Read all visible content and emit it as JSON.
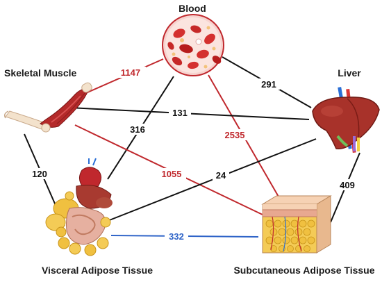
{
  "nodes": {
    "blood": {
      "label": "Blood",
      "icon": "blood-cells-icon"
    },
    "skeletal_muscle": {
      "label": "Skeletal Muscle",
      "icon": "arm-muscle-icon"
    },
    "liver": {
      "label": "Liver",
      "icon": "liver-icon"
    },
    "visceral": {
      "label": "Visceral Adipose Tissue",
      "icon": "visceral-organs-icon"
    },
    "subcutaneous": {
      "label": "Subcutaneous Adipose Tissue",
      "icon": "skin-fat-block-icon"
    }
  },
  "edges": [
    {
      "from": "blood",
      "to": "skeletal_muscle",
      "value": "1147",
      "color": "#c0282d"
    },
    {
      "from": "blood",
      "to": "liver",
      "value": "291",
      "color": "#111111"
    },
    {
      "from": "blood",
      "to": "visceral",
      "value": "316",
      "color": "#111111"
    },
    {
      "from": "blood",
      "to": "subcutaneous",
      "value": "2535",
      "color": "#c0282d"
    },
    {
      "from": "skeletal_muscle",
      "to": "liver",
      "value": "131",
      "color": "#111111"
    },
    {
      "from": "skeletal_muscle",
      "to": "visceral",
      "value": "120",
      "color": "#111111"
    },
    {
      "from": "skeletal_muscle",
      "to": "subcutaneous",
      "value": "1055",
      "color": "#c0282d"
    },
    {
      "from": "liver",
      "to": "visceral",
      "value": "24",
      "color": "#111111"
    },
    {
      "from": "liver",
      "to": "subcutaneous",
      "value": "409",
      "color": "#111111"
    },
    {
      "from": "visceral",
      "to": "subcutaneous",
      "value": "332",
      "color": "#2f64c8"
    }
  ]
}
